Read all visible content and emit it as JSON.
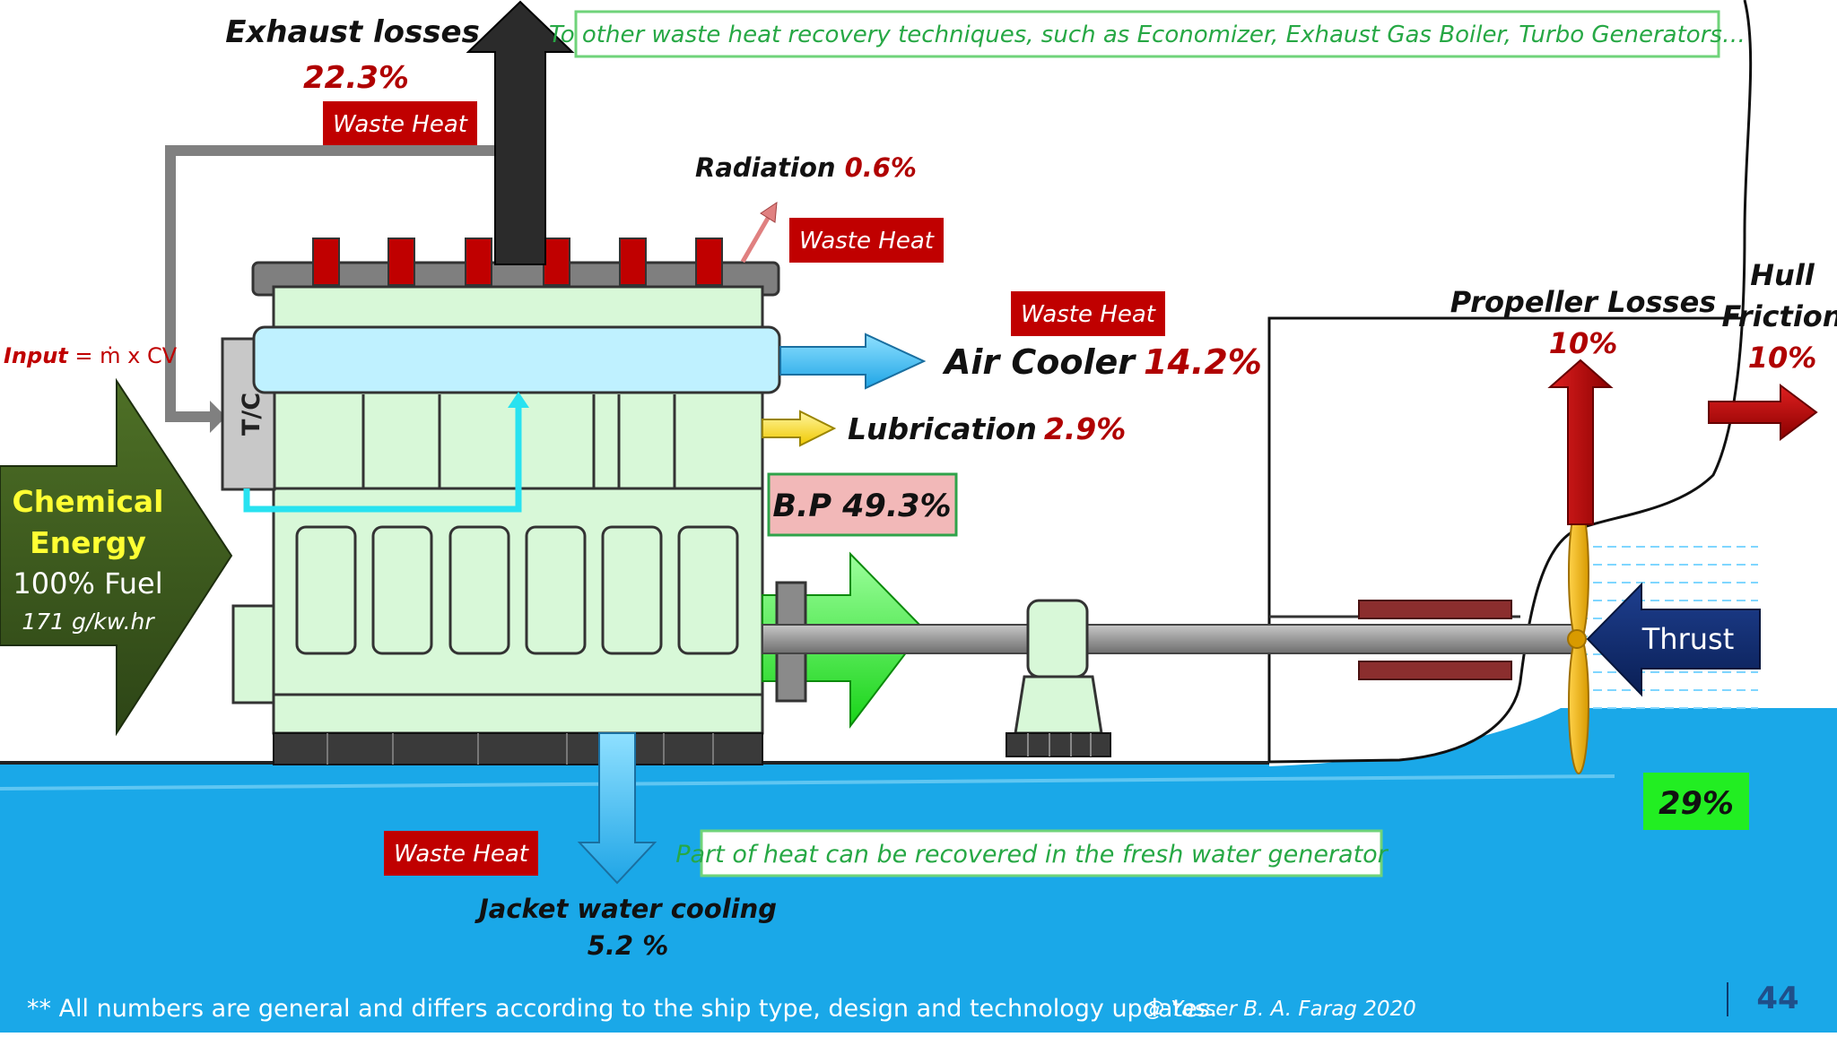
{
  "exhaust": {
    "title": "Exhaust losses",
    "value": "22.3%",
    "tag": "Waste Heat"
  },
  "other_recovery": {
    "text": "To other waste heat recovery techniques, such as Economizer, Exhaust Gas Boiler, Turbo Generators…"
  },
  "radiation": {
    "label": "Radiation",
    "value": "0.6%",
    "tag": "Waste Heat"
  },
  "air_cooler": {
    "tag": "Waste Heat",
    "label": "Air Cooler",
    "value": "14.2%"
  },
  "lubrication": {
    "label": "Lubrication",
    "value": "2.9%"
  },
  "brake_power": {
    "text": "B.P 49.3%"
  },
  "input": {
    "label": "Input",
    "formula": " = ṁ x CV"
  },
  "turbocharger": {
    "label": "T/C"
  },
  "chemical": {
    "line1": "Chemical",
    "line2": "Energy",
    "fuel": "100% Fuel",
    "sfc": "171 g/kw.hr"
  },
  "propeller": {
    "label": "Propeller Losses",
    "value": "10%"
  },
  "hull": {
    "line1": "Hull",
    "line2": "Friction",
    "value": "10%"
  },
  "thrust": {
    "label": "Thrust"
  },
  "thrust_pct": {
    "value": "29%"
  },
  "jacket": {
    "tag": "Waste Heat",
    "label": "Jacket water cooling",
    "value": "5.2 %",
    "note": "Part of heat can be recovered in the fresh water generator"
  },
  "footer": {
    "note": "** All numbers are general and differs according to the ship type, design and technology updates.",
    "credit": "@ Yasser B. A. Farag 2020",
    "page": "44"
  },
  "colors": {
    "sea": "#1aa8e8",
    "engine": "#d8f8d8",
    "loss_red": "#c00000",
    "tag_red": "#c00000",
    "arrow_green": "#22ee22",
    "chem_green": "#3d5a1e",
    "thrust_navy": "#0d2a6e",
    "highlight_yellow": "#ffff33"
  }
}
